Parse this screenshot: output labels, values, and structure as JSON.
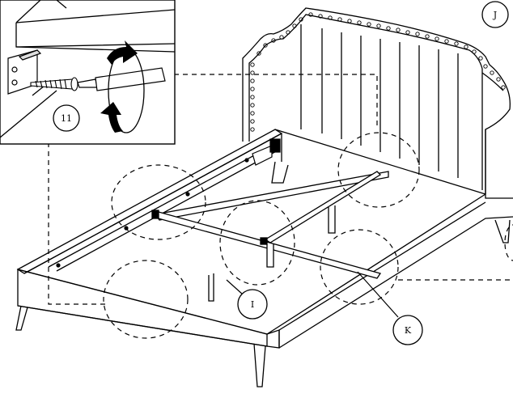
{
  "callouts": {
    "step_number": "11",
    "label_i": "I",
    "label_j": "J",
    "label_k": "K"
  },
  "colors": {
    "line": "#000000",
    "background": "#ffffff",
    "arrow_fill": "#000000"
  },
  "icons": {
    "screw": "screw-icon",
    "screwdriver": "screwdriver-icon",
    "rotation_arrow": "rotation-arrow-icon",
    "bracket": "bracket-icon"
  }
}
